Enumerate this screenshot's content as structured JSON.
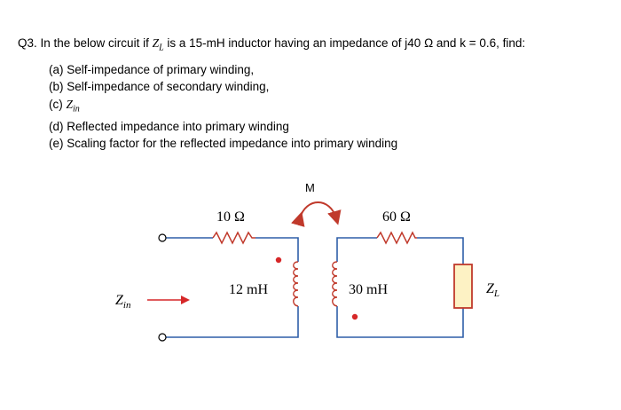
{
  "question": {
    "prefix": "Q3. In the below circuit if ",
    "load_symbol": "Z",
    "load_subscript": "L",
    "suffix": " is a 15-mH inductor having an impedance of j40 Ω and k = 0.6, find:"
  },
  "parts": [
    {
      "text": "(a) Self-impedance of primary winding,"
    },
    {
      "label": "(c) ",
      "math": "Z",
      "math_sub": "in"
    },
    {
      "text": "(b) Self-impedance of secondary winding,"
    },
    {
      "text": "(d) Reflected impedance into primary winding"
    },
    {
      "text": "(e) Scaling factor for the reflected impedance into primary winding"
    }
  ],
  "circuit": {
    "mutual_label": "M",
    "r1_label": "10 Ω",
    "r2_label": "60 Ω",
    "l1_label": "12 mH",
    "l2_label": "30 mH",
    "load_label": "Z",
    "load_label_sub": "L",
    "zin_label": "Z",
    "zin_label_sub": "in",
    "colors": {
      "wire": "#2f5fa8",
      "component": "#c0392b",
      "load_fill": "#fdf2c4",
      "dot": "#d62728",
      "arrow": "#d62728"
    }
  }
}
